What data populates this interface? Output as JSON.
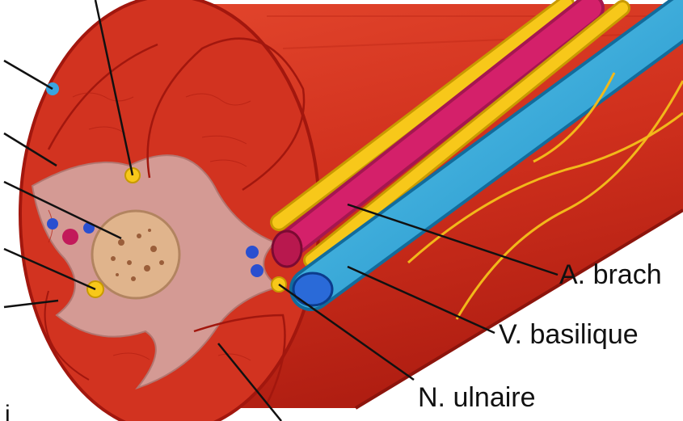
{
  "diagram": {
    "labels": {
      "artery": "A. brach",
      "vein": "V. basilique",
      "nerve": "N. ulnaire",
      "cut_text": "i "
    },
    "colors": {
      "muscle": "#d8321f",
      "muscle_dark": "#a8180f",
      "fascia": "#d4a09a",
      "bone": "#e0b48c",
      "artery": "#d4206a",
      "vein": "#22a6d8",
      "nerve": "#f7c81a",
      "leader": "#111111"
    }
  }
}
